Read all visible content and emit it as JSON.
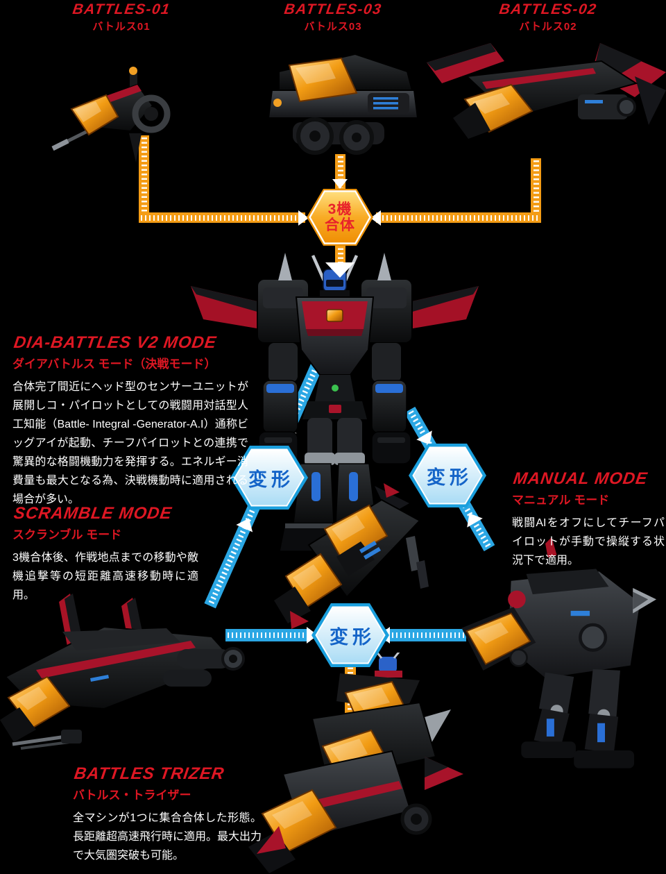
{
  "colors": {
    "background": "#000000",
    "title_red": "#de1723",
    "combine_orange": "#f49c15",
    "transform_blue": "#2ba7e4",
    "combine_badge_text_red": "#e8232a",
    "transform_badge_text_blue": "#1464c8",
    "body_text": "#ffffff",
    "canopy_amber": "#f29a1b",
    "wing_accent_red": "#a8132a"
  },
  "units": [
    {
      "name": "BATTLES-01",
      "kana": "バトルス01"
    },
    {
      "name": "BATTLES-03",
      "kana": "バトルス03"
    },
    {
      "name": "BATTLES-02",
      "kana": "バトルス02"
    }
  ],
  "badges": {
    "combine": {
      "line1": "3機",
      "line2": "合体"
    },
    "transform": "変形"
  },
  "modes": {
    "dia": {
      "title": "DIA-BATTLES V2 MODE",
      "subtitle": "ダイアバトルス モード（決戦モード）",
      "body": "合体完了間近にヘッド型のセンサーユニットが展開しコ・パイロットとしての戦闘用対話型人工知能（Battle- Integral -Generator-A.I）通称ビッグアイが起動、チーフパイロットとの連携で驚異的な格闘機動力を発揮する。エネルギー消費量も最大となる為、決戦機動時に適用される場合が多い。"
    },
    "scramble": {
      "title": "SCRAMBLE MODE",
      "subtitle": "スクランブル モード",
      "body": "3機合体後、作戦地点までの移動や敵機追撃等の短距離高速移動時に適用。"
    },
    "manual": {
      "title": "MANUAL MODE",
      "subtitle": "マニュアル モード",
      "body": "戦闘AIをオフにしてチーフパイロットが手動で操縦する状況下で適用。"
    },
    "trizer": {
      "title": "BATTLES TRIZER",
      "subtitle": "バトルス・トライザー",
      "body": "全マシンが1つに集合合体した形態。長距離超高速飛行時に適用。最大出力で大気圏突破も可能。"
    }
  }
}
